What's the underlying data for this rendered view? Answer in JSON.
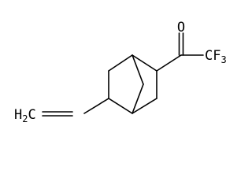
{
  "molecule": {
    "atoms": {
      "oxygen": "O",
      "cf3_group": "CF",
      "cf3_subscript": "3",
      "vinyl_ch2": "H",
      "vinyl_ch2_subscript": "2",
      "vinyl_ch2_tail": "C"
    }
  },
  "colors": {
    "bond": "#000000",
    "text": "#000000",
    "background": "#ffffff"
  }
}
